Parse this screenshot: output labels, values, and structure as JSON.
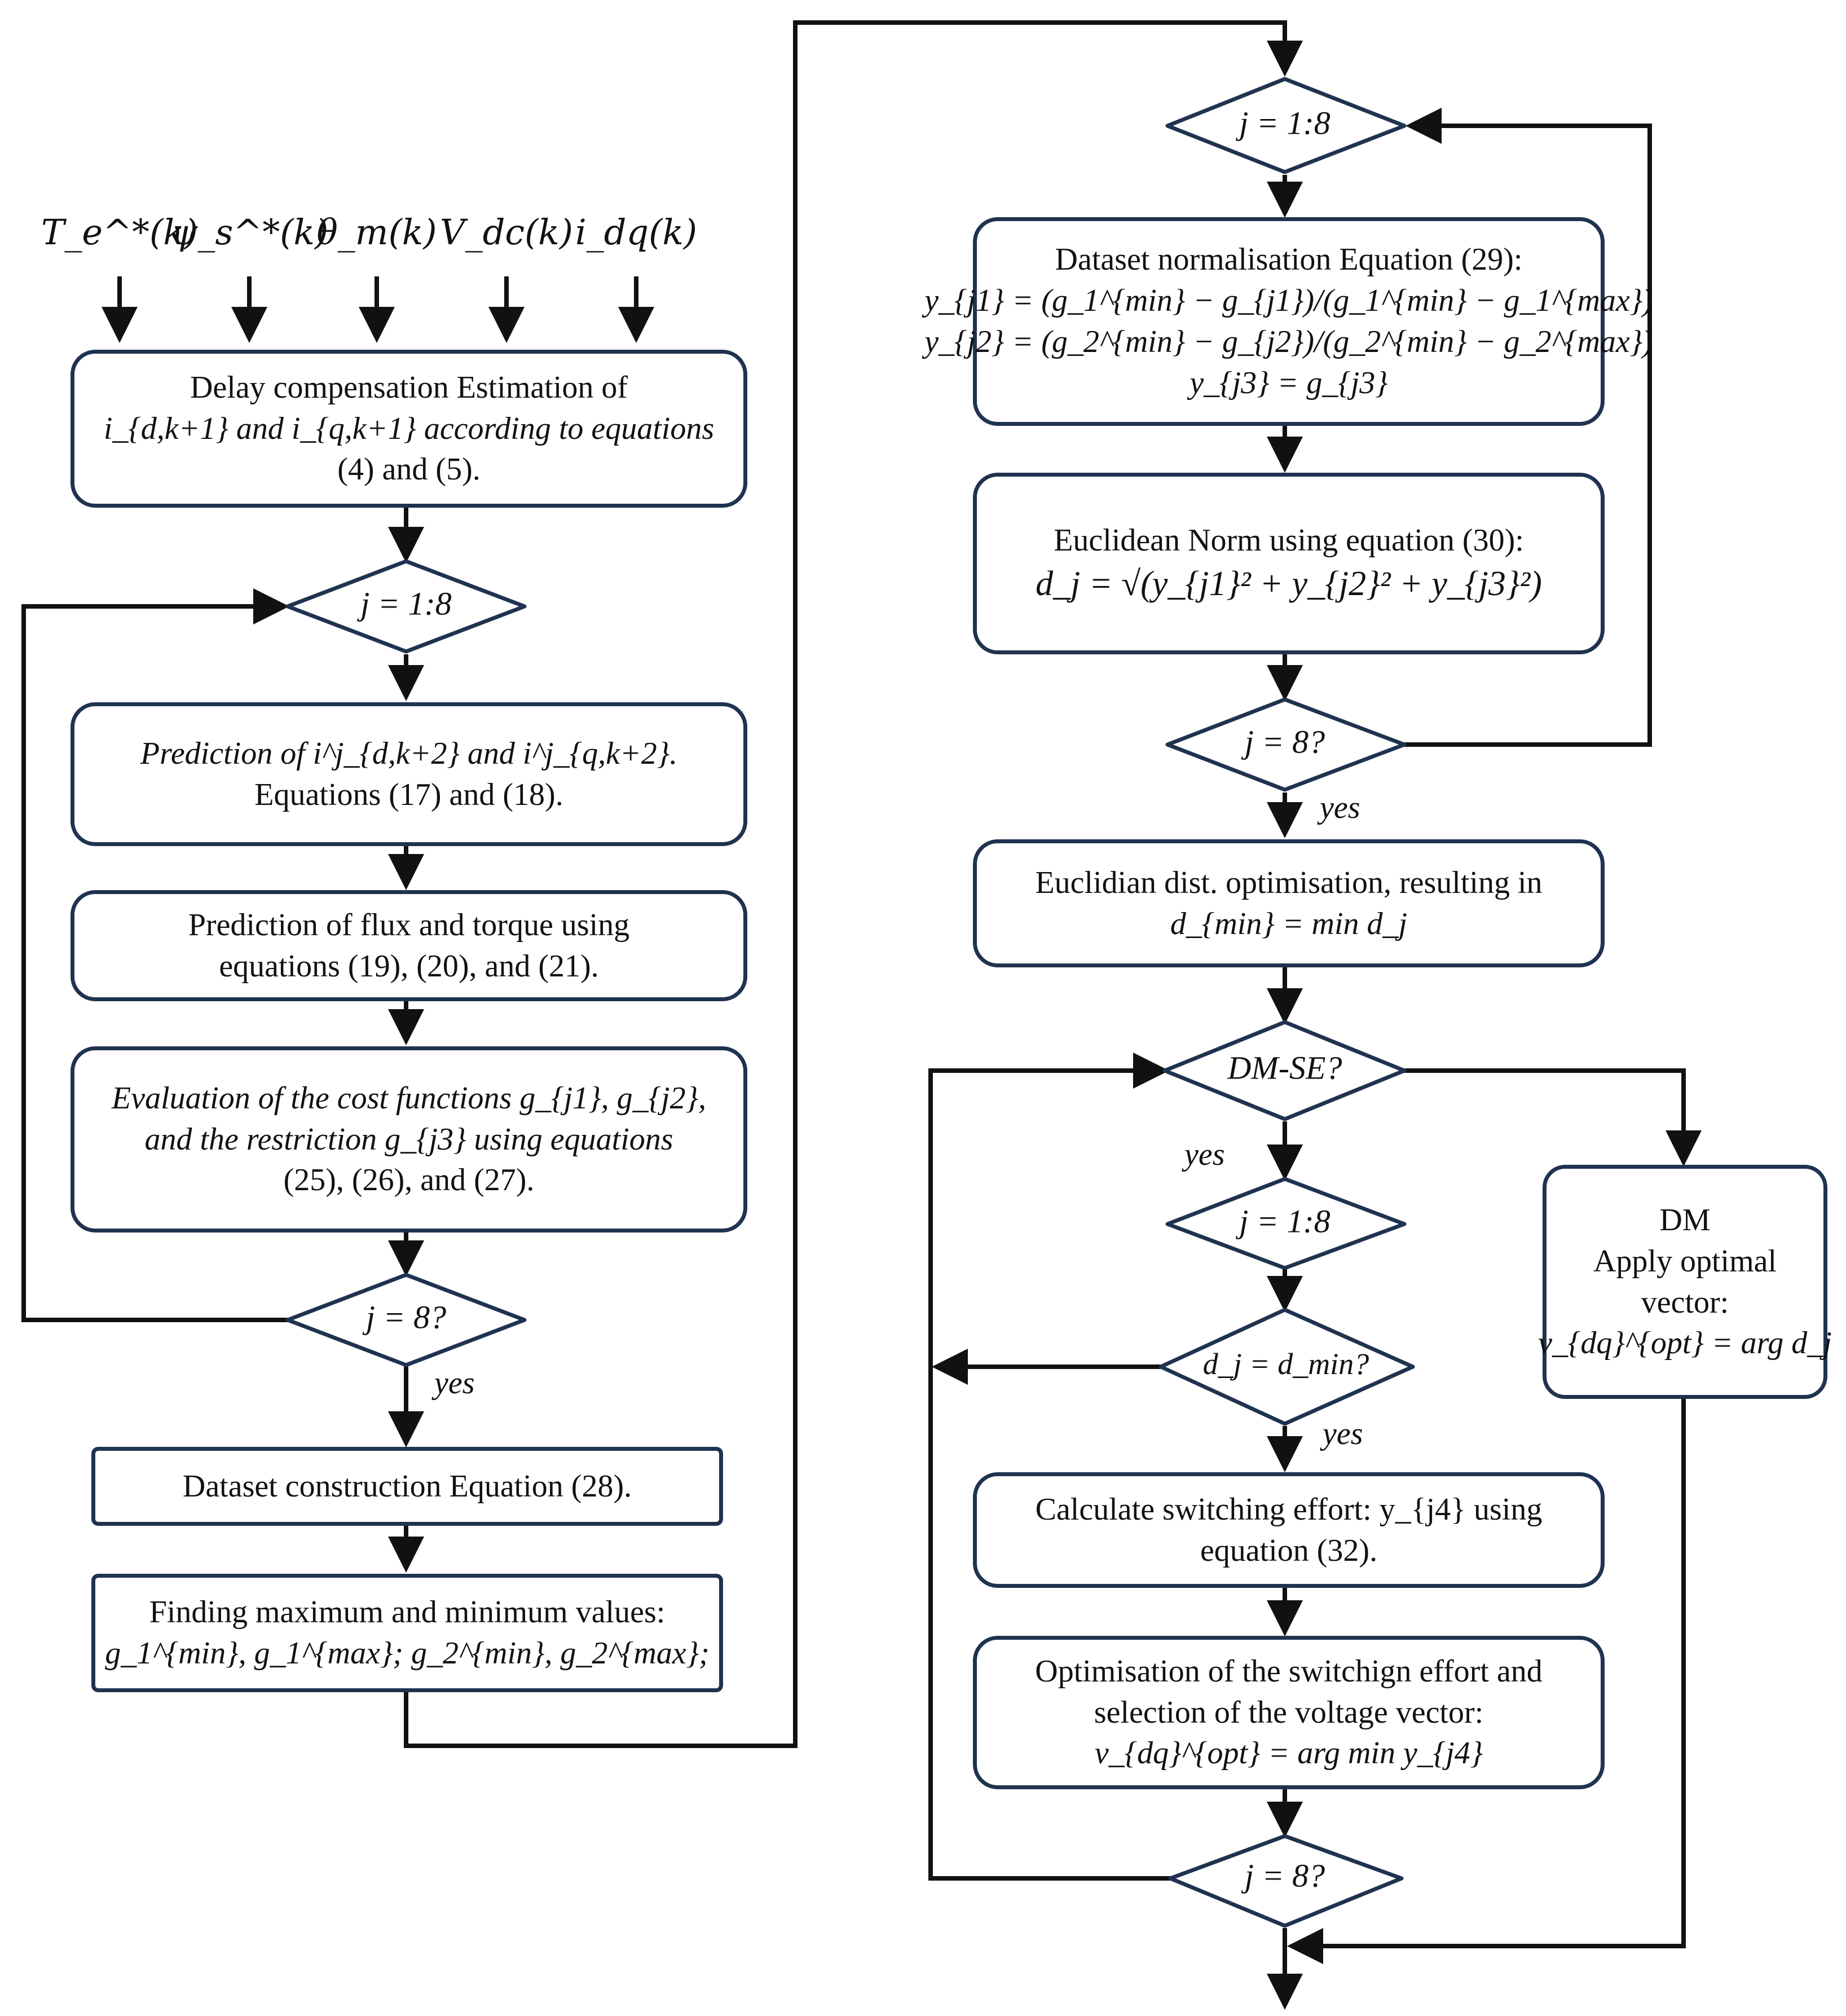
{
  "inputs": [
    "T_e^*(k)",
    "ψ_s^*(k)",
    "θ_m(k)",
    "V_dc(k)",
    "i_dq(k)"
  ],
  "boxes": {
    "delay": [
      "Delay compensation Estimation of",
      "i_{d,k+1} and i_{q,k+1} according to equations",
      "(4) and (5)."
    ],
    "pred_current": [
      "Prediction of i^j_{d,k+2} and i^j_{q,k+2}.",
      "Equations (17) and (18)."
    ],
    "pred_flux": [
      "Prediction of flux and torque using",
      "equations (19), (20), and (21)."
    ],
    "eval_cost": [
      "Evaluation of the cost functions g_{j1}, g_{j2},",
      "and the restriction g_{j3} using equations",
      "(25), (26), and (27)."
    ],
    "dataset_construction": [
      "Dataset construction Equation (28)."
    ],
    "find_minmax": [
      "Finding maximum and minimum values:",
      "g_1^{min}, g_1^{max}; g_2^{min}, g_2^{max};"
    ],
    "normalisation": [
      "Dataset normalisation Equation (29):",
      "y_{j1} = (g_1^{min} − g_{j1})/(g_1^{min} − g_1^{max})",
      "y_{j2} = (g_2^{min} − g_{j2})/(g_2^{min} − g_2^{max})",
      "y_{j3} = g_{j3}"
    ],
    "euclidean_norm": [
      "Euclidean Norm using equation (30):",
      "d_j = √(y_{j1}² + y_{j2}² + y_{j3}²)"
    ],
    "euclid_opt": [
      "Euclidian dist. optimisation, resulting in",
      "d_{min} = min d_j"
    ],
    "switching_effort": [
      "Calculate switching effort: y_{j4} using",
      "equation (32)."
    ],
    "opt_switch": [
      "Optimisation of the switchign effort and",
      "selection of the voltage vector:",
      "v_{dq}^{opt} = arg min y_{j4}"
    ],
    "dm": [
      "DM",
      "Apply optimal",
      "vector:",
      "v_{dq}^{opt} = arg d_j"
    ]
  },
  "decisions": {
    "loop1_start": "j = 1:8",
    "loop1_end": "j = 8?",
    "loop2_start": "j = 1:8",
    "loop2_end": "j = 8?",
    "dmse": "DM-SE?",
    "loop3_start": "j = 1:8",
    "dj_check": "d_j = d_min?",
    "loop3_end": "j = 8?"
  },
  "labels": {
    "yes_loop1": "yes",
    "yes_loop2": "yes",
    "yes_dmse": "yes",
    "yes_dj": "yes"
  }
}
